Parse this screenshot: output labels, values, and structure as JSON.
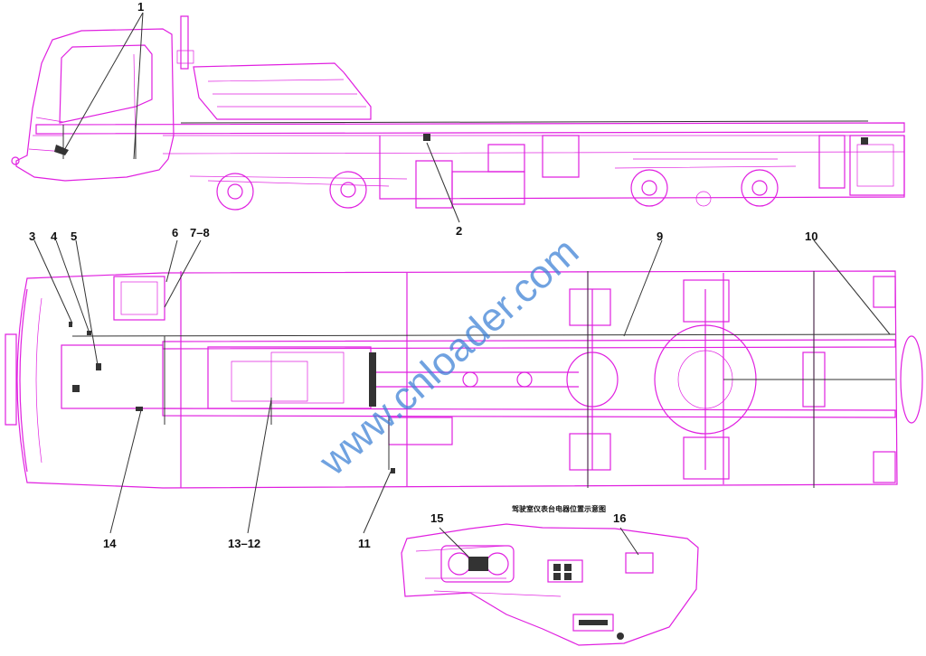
{
  "callouts": {
    "c1": "1",
    "c2": "2",
    "c3": "3",
    "c4": "4",
    "c5": "5",
    "c6": "6",
    "c78": "7–8",
    "c9": "9",
    "c10": "10",
    "c11": "11",
    "c1312": "13–12",
    "c14": "14",
    "c15": "15",
    "c16": "16"
  },
  "caption": "驾驶室仪表台电器位置示意图",
  "watermark": "www.cnloader.com",
  "colors": {
    "line": "#e020e0",
    "ink": "#111111",
    "watermark": "#3a7fd5",
    "background": "#ffffff"
  }
}
